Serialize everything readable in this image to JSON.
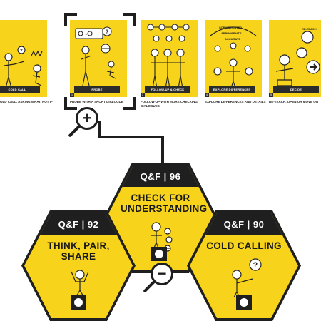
{
  "storyboard": {
    "cards": [
      {
        "number": "",
        "tag": "COLD CALL",
        "caption": "OLD CALL, ASKING WHAT, NOT IF"
      },
      {
        "number": "1",
        "tag": "PROBE",
        "caption": "PROBE WITH A SHORT DIALOGUE"
      },
      {
        "number": "3",
        "tag": "FOLLOW-UP & CHECK",
        "caption": "FOLLOW-UP WITH MORE CHECKING DIALOGUES"
      },
      {
        "number": "4",
        "tag": "EXPLORE DIFFERENCES",
        "caption": "EXPLORE DIFFERENCES AND DETAILS"
      },
      {
        "number": "5",
        "tag": "DECIDE",
        "caption": "RE-TEACH, OPEN OR MOVE ON"
      }
    ],
    "card3_labels": [
      "SOPHISTICATED",
      "APPROPRIATE",
      "ACCURATE"
    ],
    "card5_label": "RE-TEACH"
  },
  "zoom_in_symbol": "+",
  "zoom_out_symbol": "−",
  "hexagons": [
    {
      "code": "Q&F | 96",
      "title": "CHECK FOR UNDERSTANDING"
    },
    {
      "code": "Q&F | 92",
      "title": "THINK, PAIR, SHARE"
    },
    {
      "code": "Q&F | 90",
      "title": "COLD CALLING"
    }
  ],
  "colors": {
    "accent": "#f7d31b",
    "dark": "#1f1f1f"
  }
}
